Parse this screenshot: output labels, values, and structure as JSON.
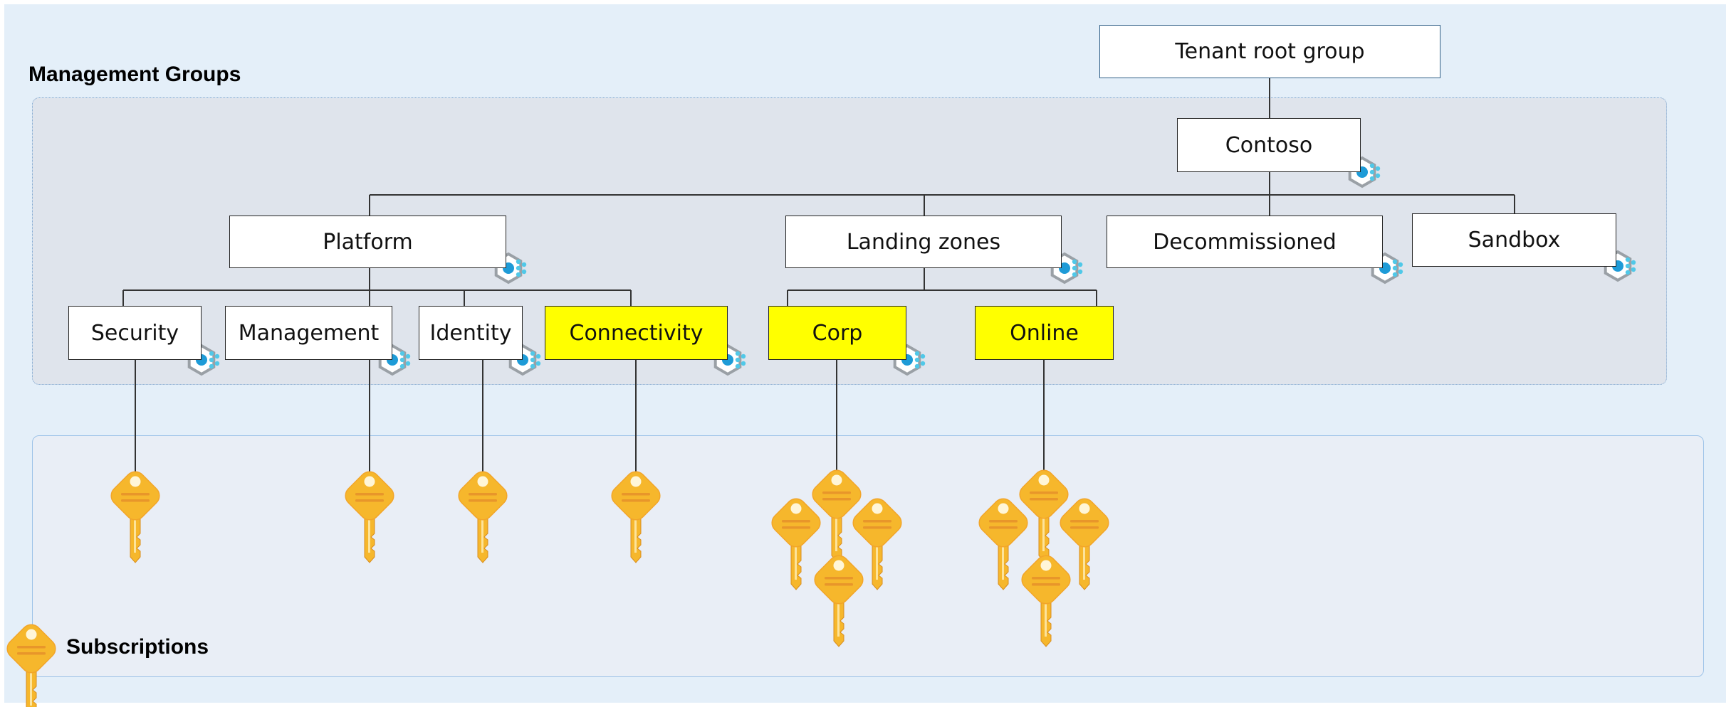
{
  "management_groups_title": "Management Groups",
  "subscriptions_title": "Subscriptions",
  "colors": {
    "background": "#e4eff9",
    "mg_panel": "#dfe4ec",
    "sub_panel": "#e9eef6",
    "highlight": "#ffff00",
    "key_primary": "#f6b72c",
    "key_dark": "#e8962a",
    "icon_hex": "#9aa0a6",
    "icon_cube": "#1e9bd7"
  },
  "nodes": {
    "tenant_root": "Tenant root group",
    "contoso": "Contoso",
    "platform": "Platform",
    "landing_zones": "Landing zones",
    "decommissioned": "Decommissioned",
    "sandbox": "Sandbox",
    "security": "Security",
    "management": "Management",
    "identity": "Identity",
    "connectivity": "Connectivity",
    "corp": "Corp",
    "online": "Online"
  },
  "highlighted_nodes": [
    "Connectivity",
    "Corp",
    "Online"
  ],
  "subscription_counts": {
    "Security": 1,
    "Management": 1,
    "Identity": 1,
    "Connectivity": 1,
    "Corp": 4,
    "Online": 4
  },
  "icons": {
    "management_group": "management-group-icon",
    "subscription": "subscription-key-icon"
  }
}
